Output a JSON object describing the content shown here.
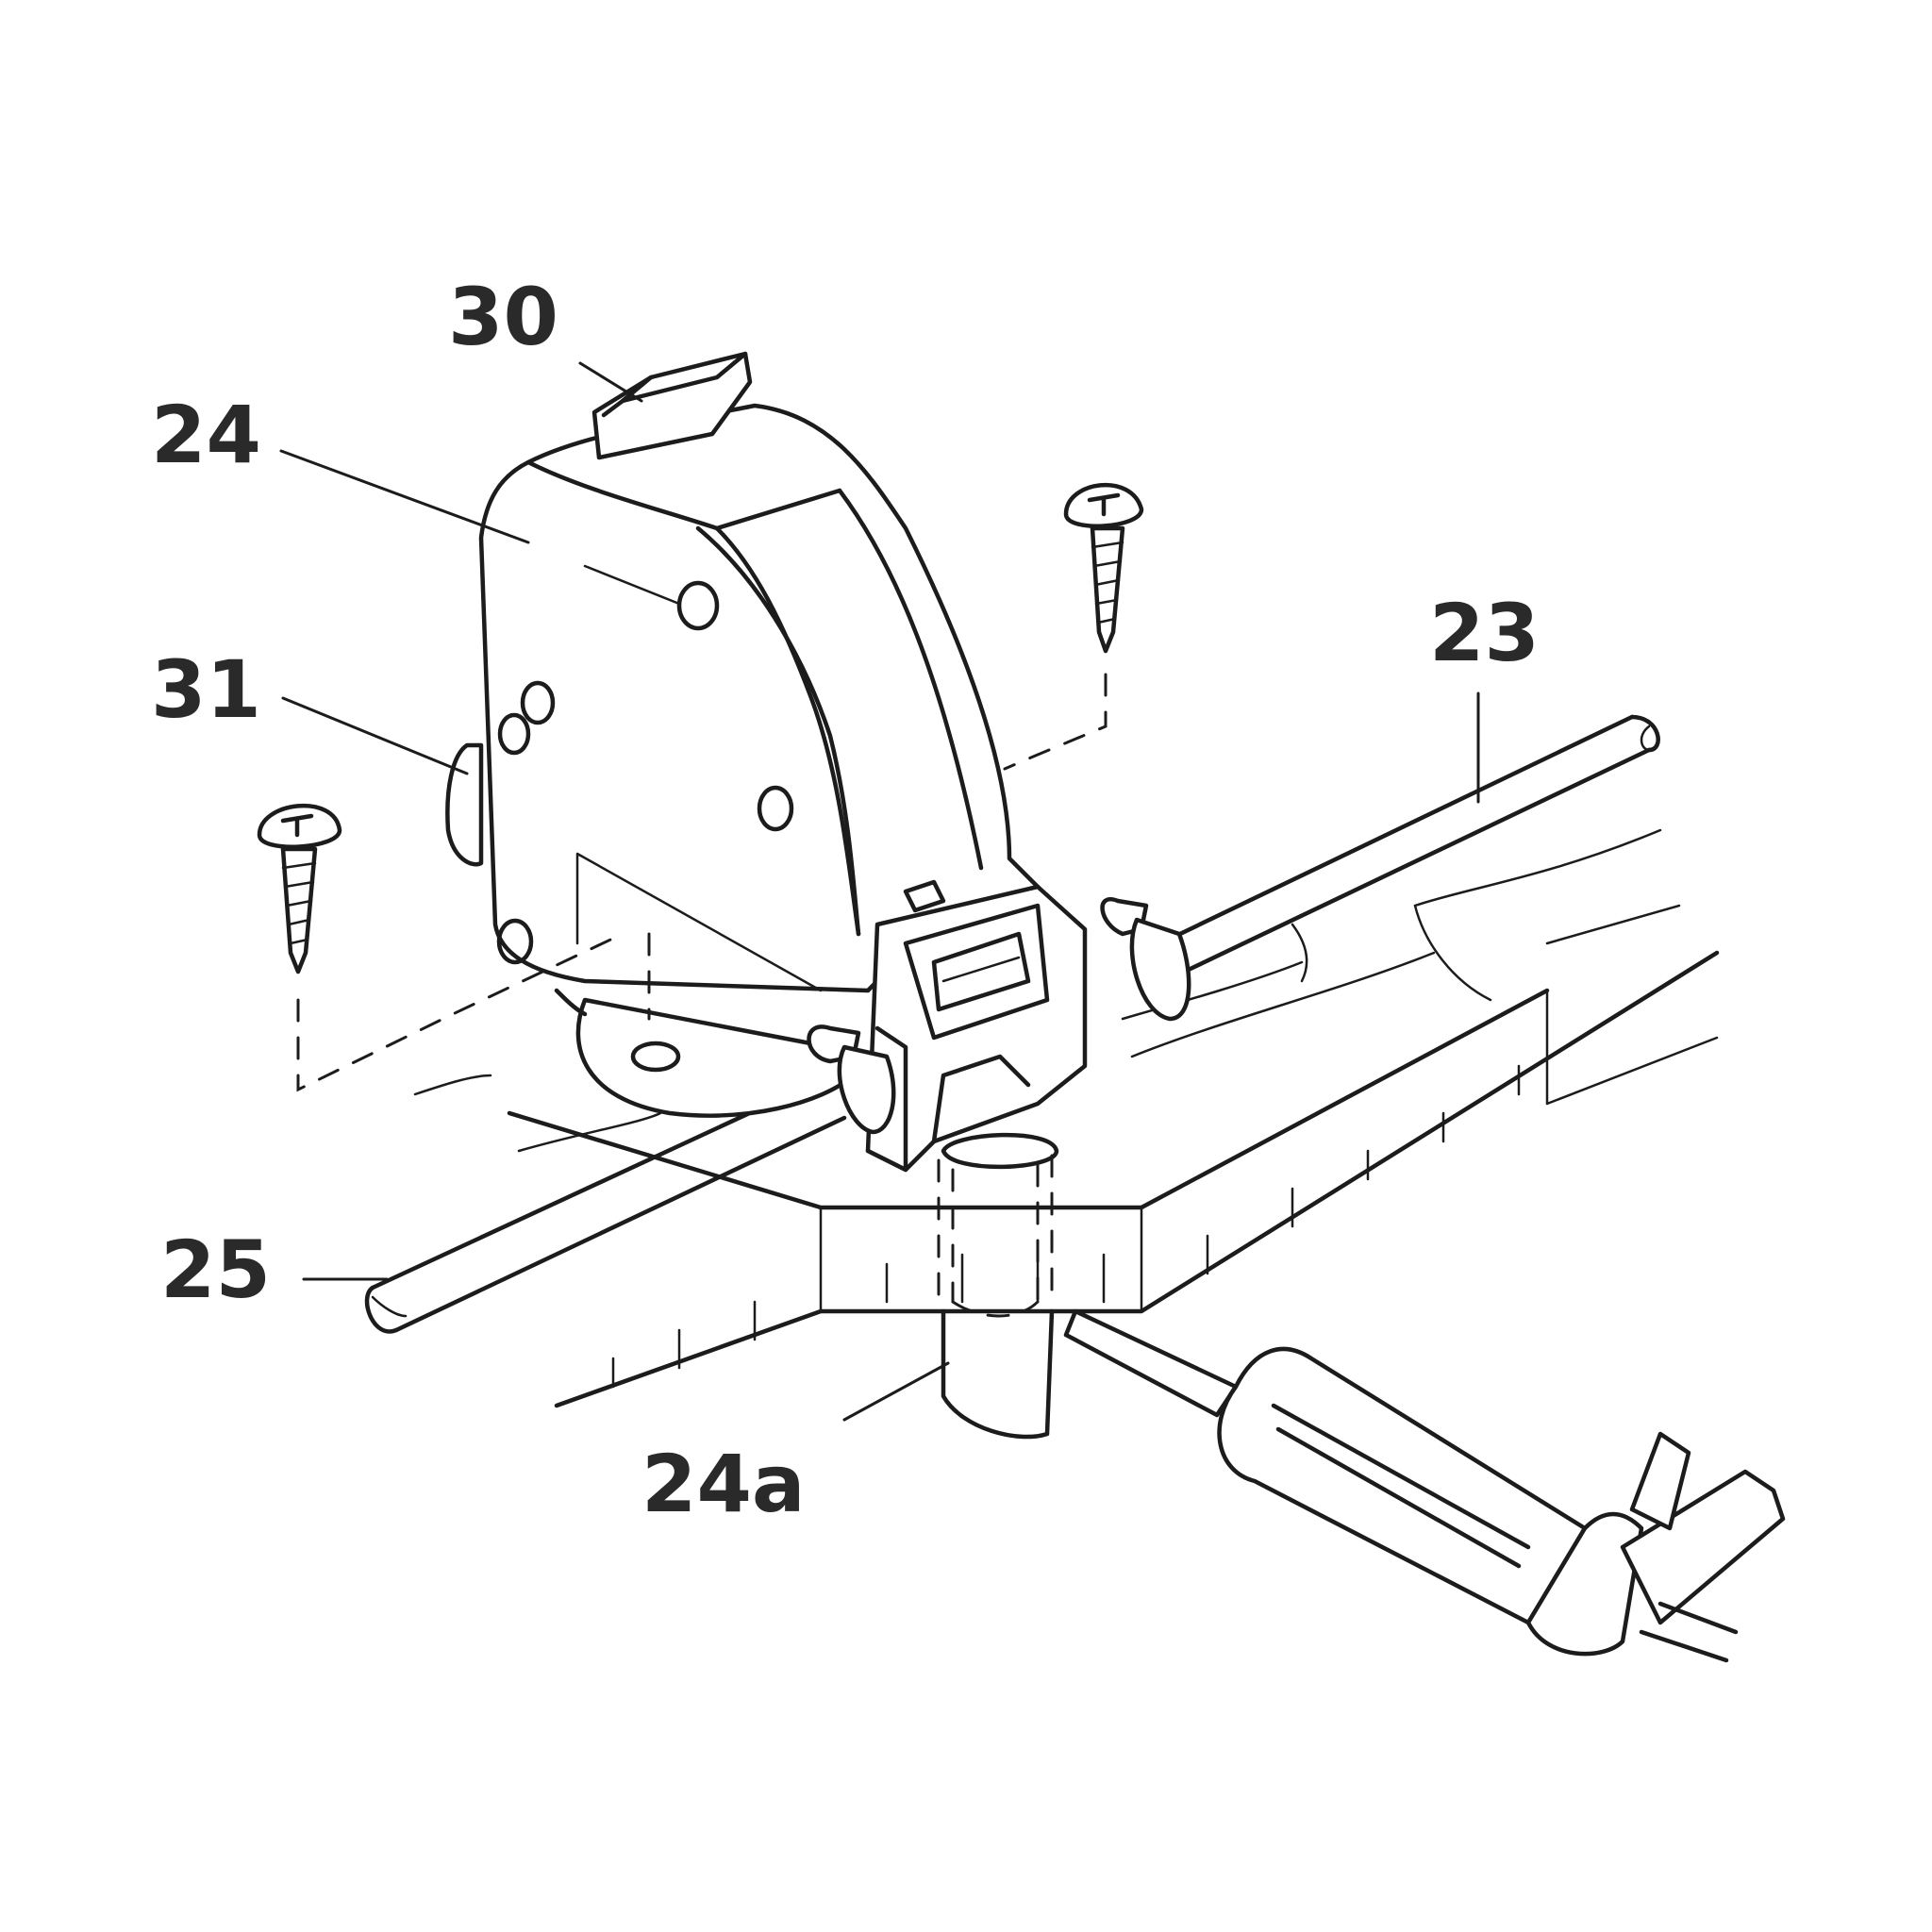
{
  "callouts": [
    {
      "id": "30",
      "text": "30"
    },
    {
      "id": "24",
      "text": "24"
    },
    {
      "id": "31",
      "text": "31"
    },
    {
      "id": "23",
      "text": "23"
    },
    {
      "id": "25",
      "text": "25"
    },
    {
      "id": "24a",
      "text": "24a"
    }
  ],
  "colors": {
    "ink": "#1c1c1c",
    "label": "#2a2a2a",
    "background": "#ffffff"
  }
}
